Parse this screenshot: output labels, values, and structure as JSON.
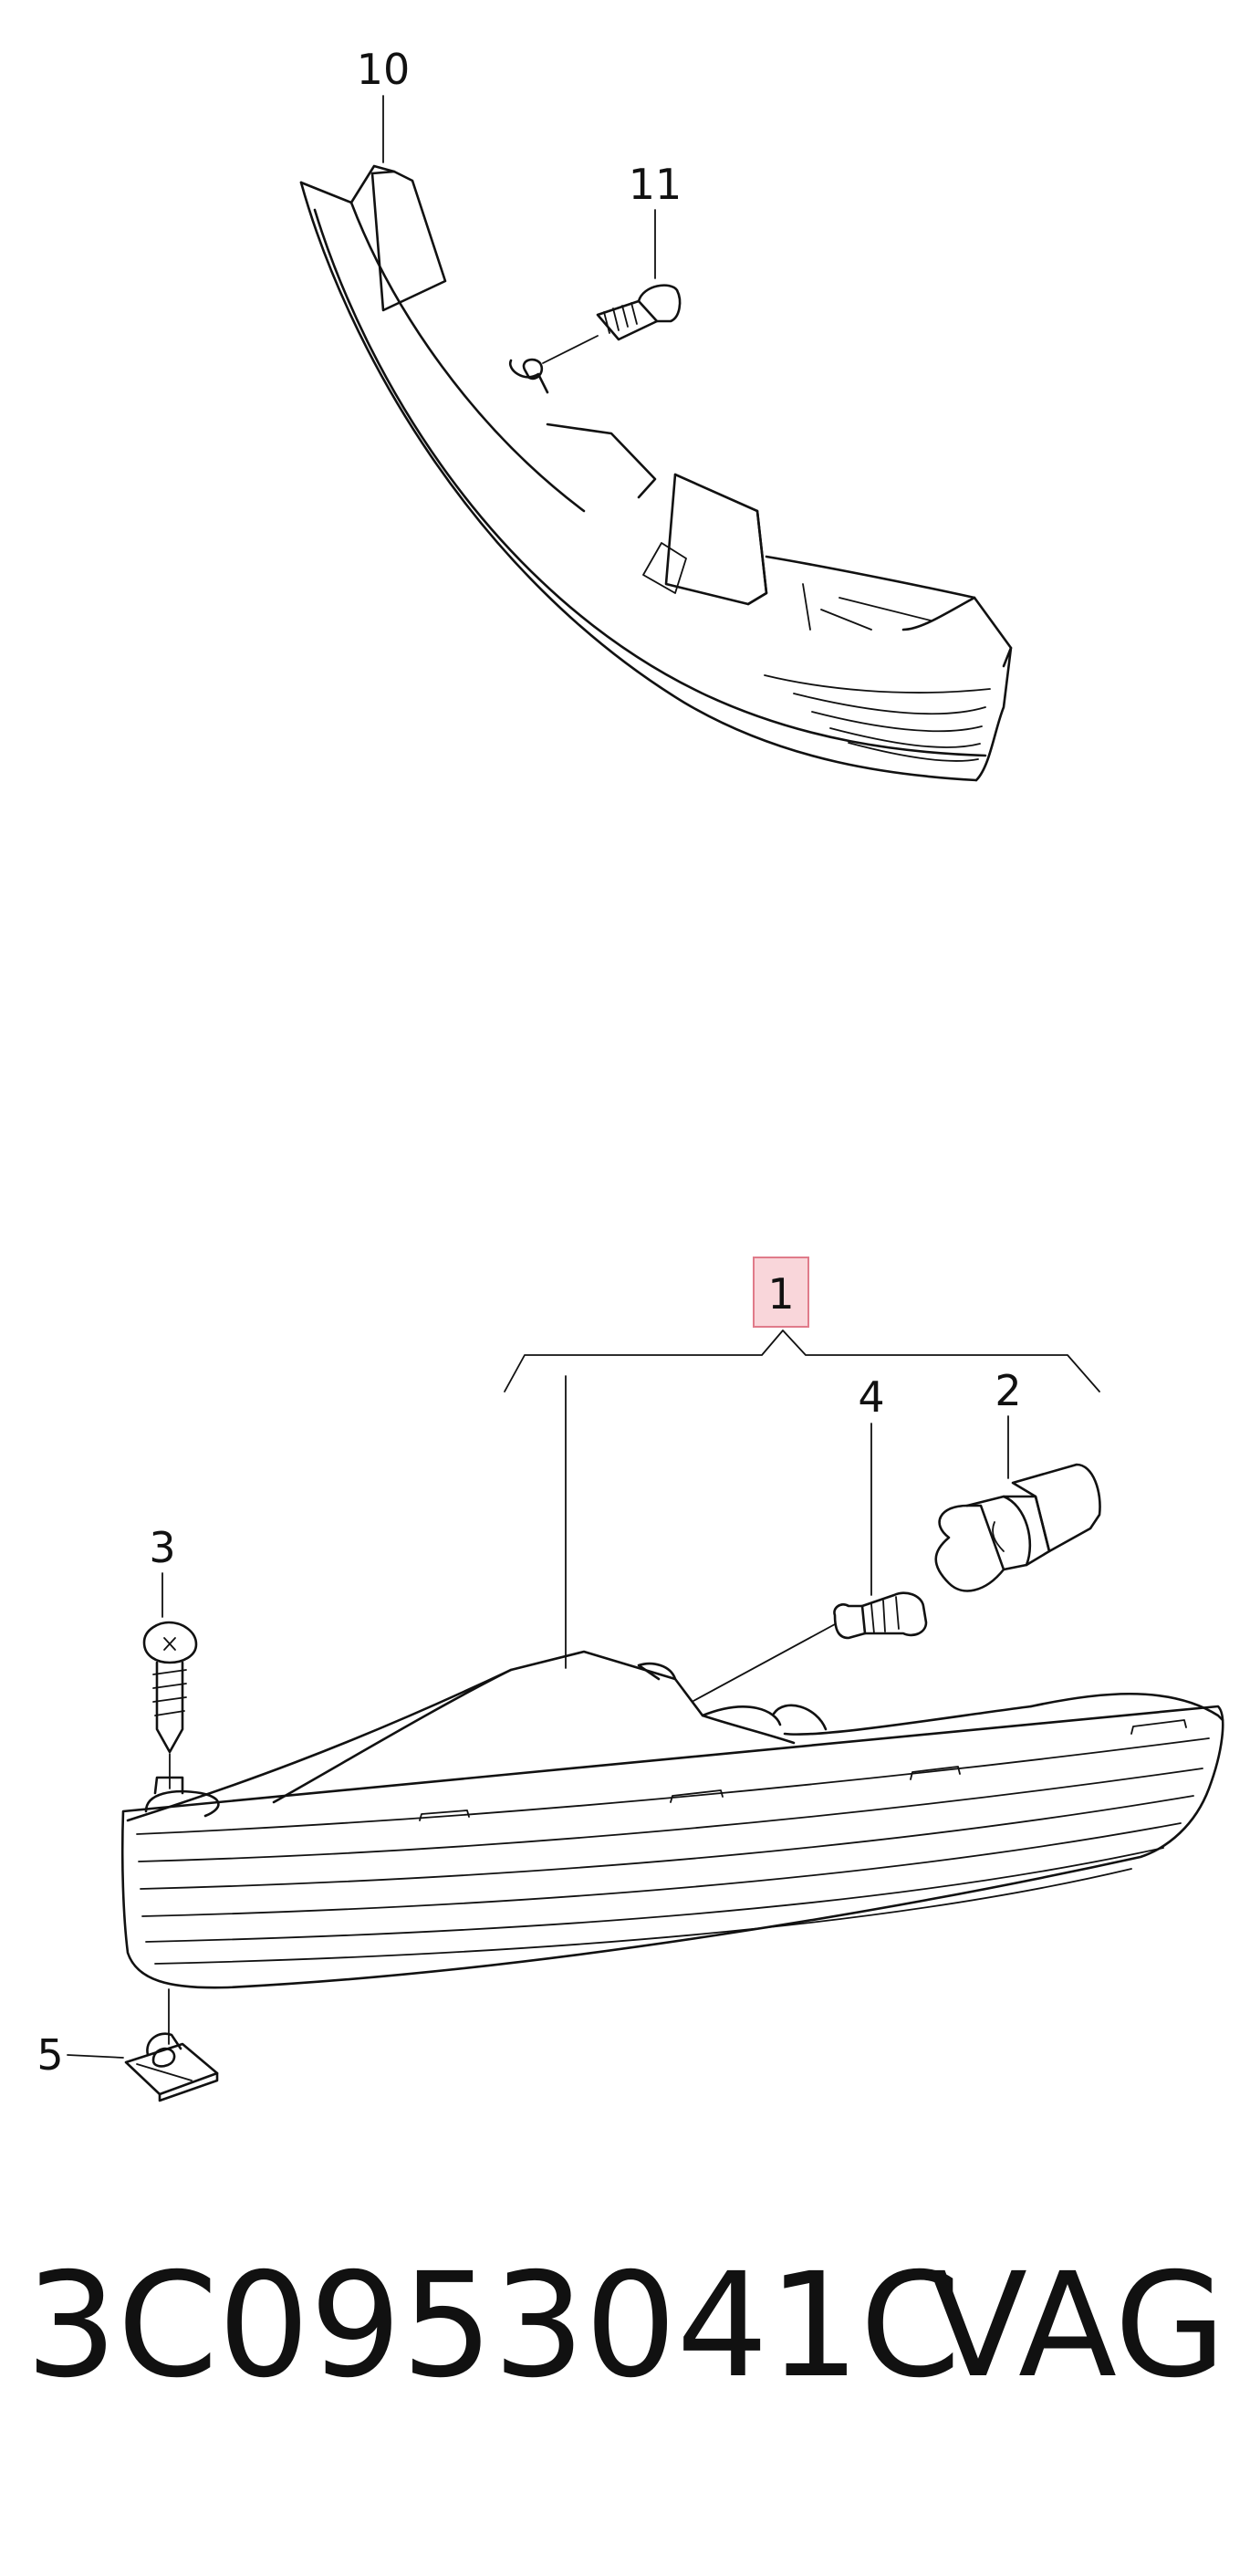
{
  "callouts": {
    "c10": "10",
    "c11": "11",
    "c1": "1",
    "c4": "4",
    "c2": "2",
    "c3": "3",
    "c5": "5"
  },
  "caption": {
    "part_number": "3C0953041C",
    "brand": "VAG"
  },
  "colors": {
    "line": "#111111",
    "highlight_fill": "#f9d6da",
    "highlight_stroke": "#e07b8a"
  }
}
